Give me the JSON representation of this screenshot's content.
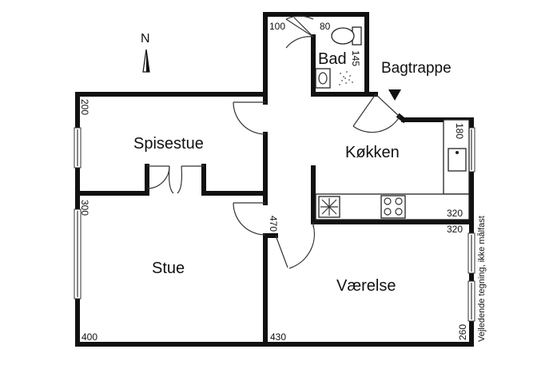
{
  "compass": {
    "label": "N"
  },
  "rooms": {
    "bad": "Bad",
    "spisestue": "Spisestue",
    "kokken": "Køkken",
    "stue": "Stue",
    "vaerelse": "Værelse"
  },
  "labels": {
    "bagtrappe": "Bagtrappe",
    "disclaimer": "Vejledende tegning, ikke målfast"
  },
  "dimensions": {
    "d100": "100",
    "d80": "80",
    "d145": "145",
    "d200": "200",
    "d180": "180",
    "d320a": "320",
    "d320b": "320",
    "d300": "300",
    "d470": "470",
    "d400": "400",
    "d430": "430",
    "d260": "260"
  }
}
